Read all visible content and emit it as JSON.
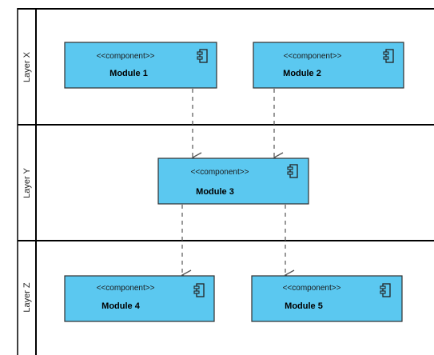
{
  "lanes": [
    {
      "label": "Layer X"
    },
    {
      "label": "Layer Y"
    },
    {
      "label": "Layer Z"
    }
  ],
  "stereotype": "<<component>>",
  "modules": [
    {
      "name": "Module 1"
    },
    {
      "name": "Module 2"
    },
    {
      "name": "Module 3"
    },
    {
      "name": "Module 4"
    },
    {
      "name": "Module 5"
    }
  ],
  "dependencies": [
    {
      "from": "Module 1",
      "to": "Module 3"
    },
    {
      "from": "Module 2",
      "to": "Module 3"
    },
    {
      "from": "Module 3",
      "to": "Module 4"
    },
    {
      "from": "Module 3",
      "to": "Module 5"
    }
  ],
  "colors": {
    "component_fill": "#5BC8F0",
    "component_stroke": "#2f2f2f",
    "lane_border": "#000000",
    "dependency_line": "#555555"
  }
}
